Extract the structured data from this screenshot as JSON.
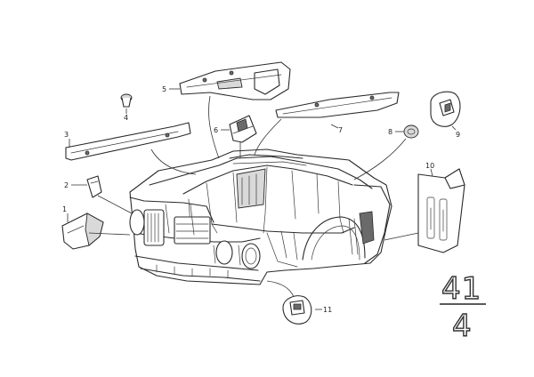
{
  "diagram": {
    "callouts": [
      "1",
      "2",
      "3",
      "4",
      "5",
      "6",
      "7",
      "8",
      "9",
      "10",
      "11"
    ],
    "group_code": {
      "top": "41",
      "bottom": "4"
    }
  }
}
